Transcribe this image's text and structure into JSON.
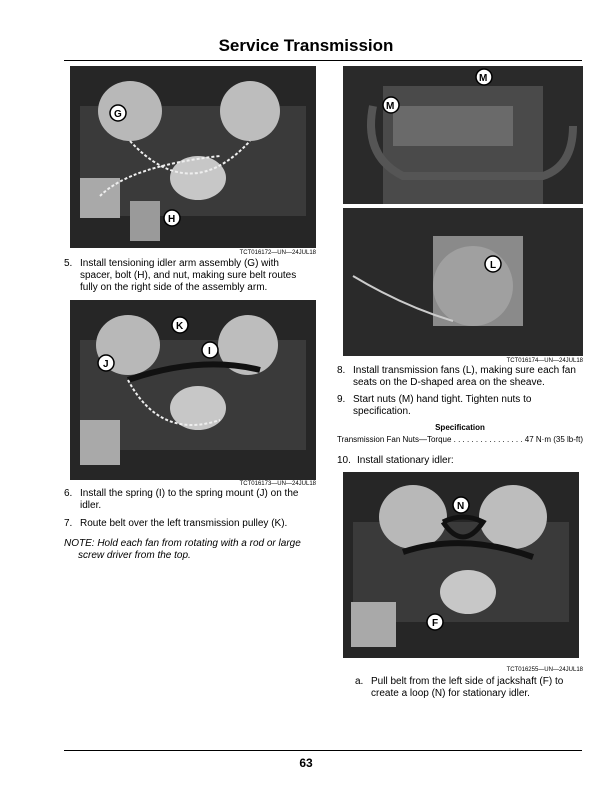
{
  "page": {
    "title": "Service Transmission",
    "page_number": "63"
  },
  "figures": {
    "fig1": {
      "caption": "TCT016172—UN—24JUL18",
      "callouts": [
        "G",
        "H"
      ]
    },
    "fig2": {
      "caption": "TCT016173—UN—24JUL18",
      "callouts": [
        "K",
        "J",
        "I"
      ]
    },
    "fig3": {
      "caption": "TCT016174—UN—24JUL18",
      "callouts": [
        "M",
        "M",
        "L"
      ]
    },
    "fig4": {
      "caption": "TCT016255—UN—24JUL18",
      "callouts": [
        "N",
        "F"
      ]
    }
  },
  "steps": {
    "s5": {
      "num": "5.",
      "lines": [
        "Install tensioning idler arm assembly (G) with",
        "spacer, bolt (H), and nut, making sure belt routes",
        "fully on the right side of the assembly arm."
      ]
    },
    "s6": {
      "num": "6.",
      "lines": [
        "Install the spring (I) to the spring mount (J) on the",
        "idler."
      ]
    },
    "s7": {
      "num": "7.",
      "lines": [
        "Route belt over the left transmission pulley (K)."
      ]
    },
    "s8": {
      "num": "8.",
      "lines": [
        "Install transmission fans (L), making sure each fan",
        "seats on the D-shaped area on the sheave."
      ]
    },
    "s9": {
      "num": "9.",
      "lines": [
        "Start nuts (M) hand tight. Tighten nuts to",
        "specification."
      ]
    },
    "s10": {
      "num": "10.",
      "lines": [
        "Install stationary idler:"
      ]
    },
    "sa": {
      "num": "a.",
      "lines": [
        "Pull belt from the left side of jackshaft (F) to",
        "create a loop (N) for stationary idler."
      ]
    }
  },
  "note": {
    "lines": [
      "NOTE: Hold each fan from rotating with a rod or large",
      "screw driver from the top."
    ]
  },
  "specification": {
    "heading": "Specification",
    "row": "Transmission Fan Nuts—Torque . . . . . . . . . . . . . . . . 47 N·m (35 lb-ft)"
  }
}
